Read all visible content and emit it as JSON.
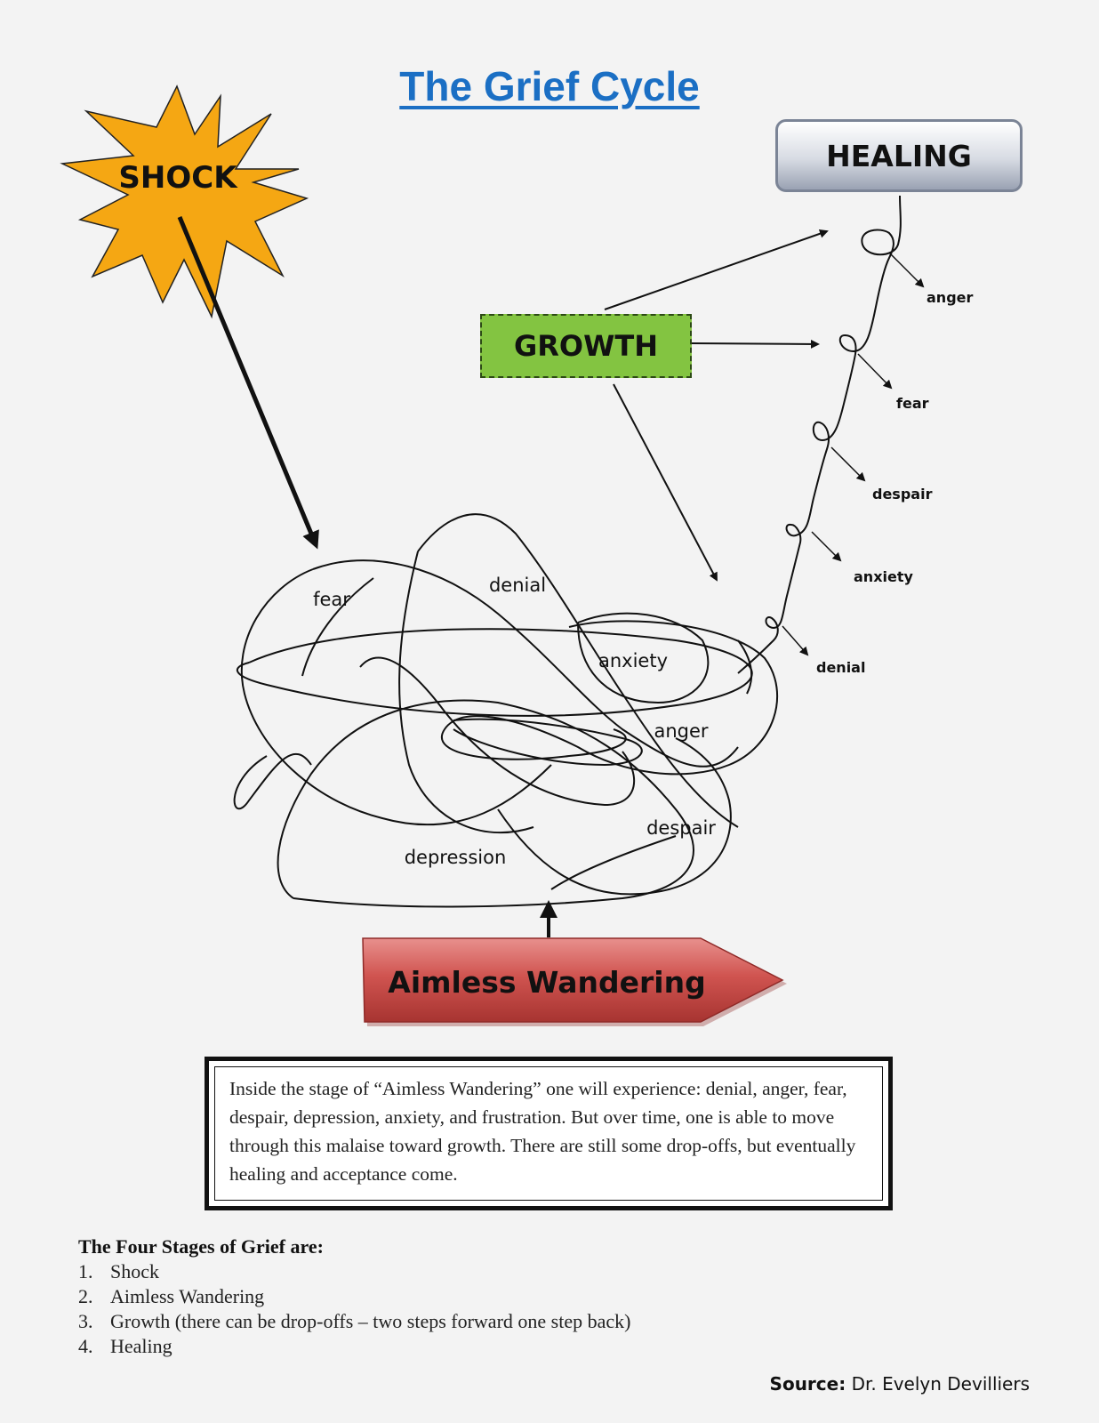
{
  "title": "The Grief Cycle",
  "shock_label": "SHOCK",
  "healing_label": "HEALING",
  "growth_label": "GROWTH",
  "wandering_label": "Aimless Wandering",
  "tangle_labels": {
    "fear": "fear",
    "denial": "denial",
    "anxiety": "anxiety",
    "anger": "anger",
    "despair": "despair",
    "depression": "depression"
  },
  "dropoff_labels": [
    "anger",
    "fear",
    "despair",
    "anxiety",
    "denial"
  ],
  "description": "Inside the stage of “Aimless Wandering” one will experience: denial, anger, fear, despair, depression, anxiety, and frustration. But over time, one is able to move through this malaise toward growth. There are still some drop-offs, but eventually healing and acceptance come.",
  "stages_title": "The Four Stages of Grief are:",
  "stages": [
    {
      "num": "1.",
      "text": "Shock"
    },
    {
      "num": "2.",
      "text": "Aimless Wandering"
    },
    {
      "num": "3.",
      "text": "Growth (there can be drop-offs – two steps forward one step back)"
    },
    {
      "num": "4.",
      "text": "Healing"
    }
  ],
  "source_label": "Source:",
  "source_author": "Dr. Evelyn Devilliers",
  "colors": {
    "title": "#1b6fc4",
    "shock_fill": "#f5a713",
    "growth_fill": "#83c441",
    "wandering_fill": "#c94a48"
  }
}
